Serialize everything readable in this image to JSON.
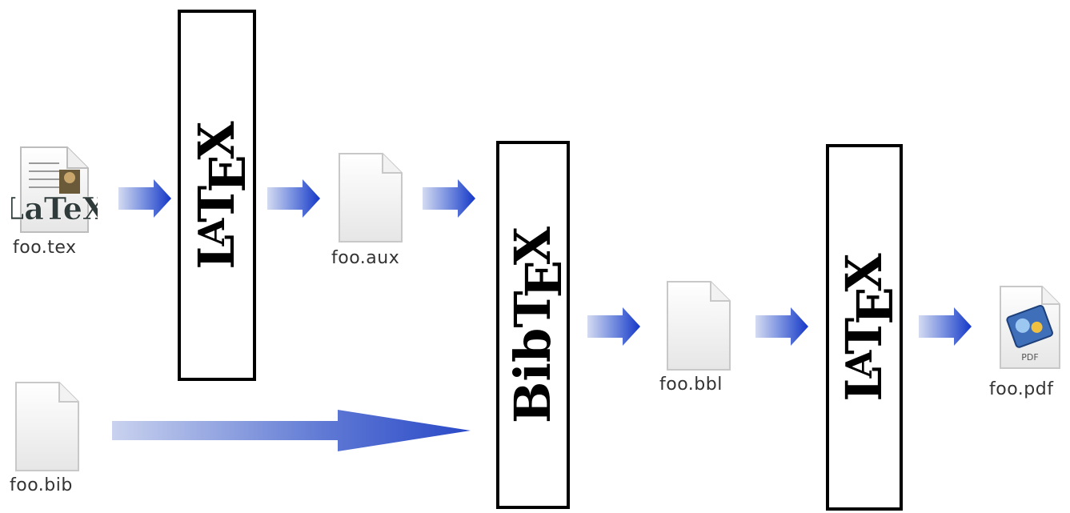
{
  "files": {
    "tex": "foo.tex",
    "aux": "foo.aux",
    "bib": "foo.bib",
    "bbl": "foo.bbl",
    "pdf": "foo.pdf"
  },
  "processes": {
    "latex_first": {
      "L": "L",
      "A": "A",
      "T": "T",
      "E": "E",
      "X": "X"
    },
    "bibtex": {
      "Bib": "Bib",
      "T": "T",
      "E": "E",
      "X": "X"
    },
    "latex_second": {
      "L": "L",
      "A": "A",
      "T": "T",
      "E": "E",
      "X": "X"
    }
  },
  "icons": {
    "tex": "latex-document-icon",
    "aux": "blank-document-icon",
    "bib": "blank-document-icon",
    "bbl": "blank-document-icon",
    "pdf": "pdf-document-icon"
  },
  "pdf_icon_text": "PDF",
  "tex_icon_logo": "LaTeX",
  "colors": {
    "arrow": "#1a3fcf",
    "arrow_light": "#cfd6ef",
    "box_border": "#000000"
  }
}
